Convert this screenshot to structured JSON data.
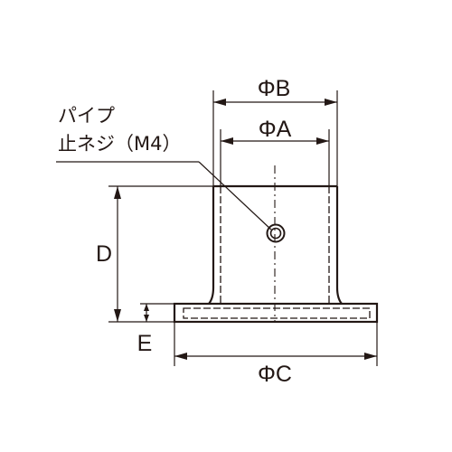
{
  "diagram": {
    "labels": {
      "phi_b": "ΦB",
      "phi_a": "ΦA",
      "phi_c": "ΦC",
      "d": "D",
      "e": "E",
      "note_line1": "パイプ",
      "note_line2": "止ネジ（M4）"
    },
    "colors": {
      "ink": "#231815",
      "background": "#ffffff"
    }
  }
}
